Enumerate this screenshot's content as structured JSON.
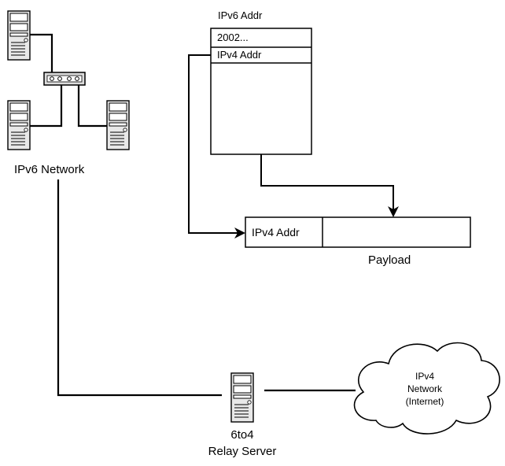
{
  "colors": {
    "line": "#000000",
    "fill": "#ffffff",
    "server_fill": "#e8e8e8"
  },
  "labels": {
    "ipv6_network": "IPv6 Network",
    "relay_server_line1": "6to4",
    "relay_server_line2": "Relay Server",
    "payload": "Payload",
    "ipv4_cloud_line1": "IPv4",
    "ipv4_cloud_line2": "Network",
    "ipv4_cloud_line3": "(Internet)"
  },
  "ipv6_packet": {
    "header": "IPv6 Addr",
    "prefix_field": "2002...",
    "ipv4_field": "IPv4 Addr"
  },
  "ipv4_packet": {
    "address_field": "IPv4 Addr"
  },
  "icons": {
    "server": "server-tower-icon",
    "hub": "network-hub-icon",
    "cloud": "cloud-icon",
    "arrow": "arrow-head-icon"
  }
}
